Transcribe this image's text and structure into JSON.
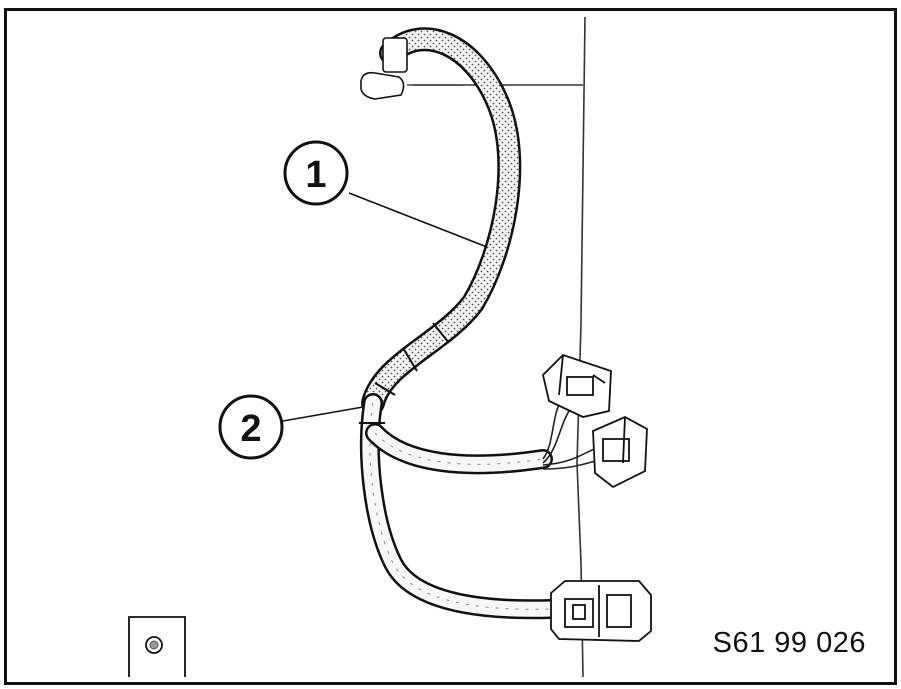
{
  "callouts": [
    {
      "number": "1"
    },
    {
      "number": "2"
    }
  ],
  "reference_code": "S61 99 026"
}
